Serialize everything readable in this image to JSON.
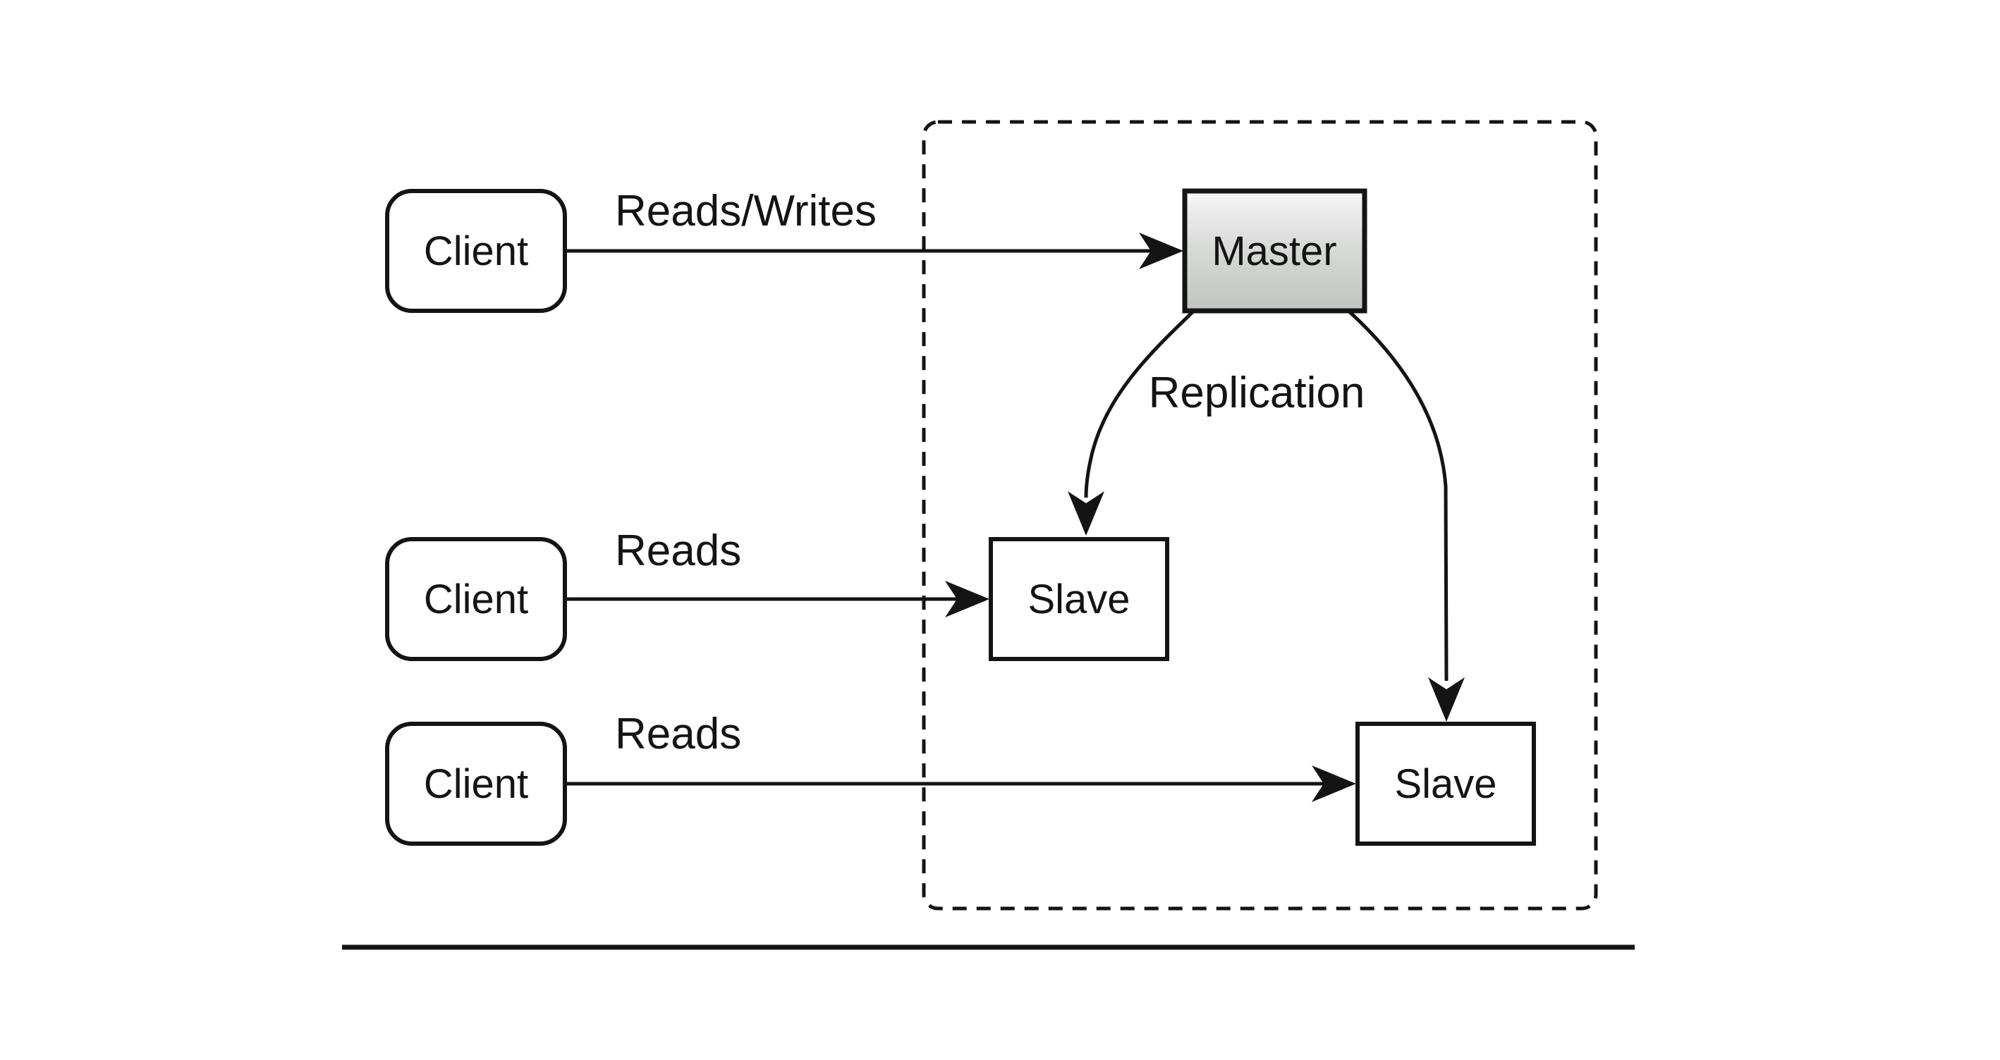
{
  "diagram": {
    "title_hint": "Master-slave database replication diagram",
    "colors": {
      "background": "#ffffff",
      "stroke": "#141414",
      "text": "#141414",
      "master_gradient_top": "#f6f6f6",
      "master_gradient_mid": "#d9dbd9",
      "master_gradient_bottom": "#c0c4c0",
      "node_fill": "#ffffff"
    },
    "nodes": {
      "client1": {
        "label": "Client",
        "shape": "rounded-rect"
      },
      "client2": {
        "label": "Client",
        "shape": "rounded-rect"
      },
      "client3": {
        "label": "Client",
        "shape": "rounded-rect"
      },
      "master": {
        "label": "Master",
        "shape": "rect-gradient"
      },
      "slave1": {
        "label": "Slave",
        "shape": "rect"
      },
      "slave2": {
        "label": "Slave",
        "shape": "rect"
      }
    },
    "edges": {
      "reads_writes": {
        "label": "Reads/Writes",
        "from": "client1",
        "to": "master"
      },
      "reads_top": {
        "label": "Reads",
        "from": "client2",
        "to": "slave1"
      },
      "reads_bottom": {
        "label": "Reads",
        "from": "client3",
        "to": "slave2"
      },
      "replication": {
        "label": "Replication",
        "from": "master",
        "to": "slave1 & slave2"
      }
    },
    "container": {
      "style": "dashed-rounded-rect",
      "contains": "master, slave1, slave2"
    },
    "bottom_rule": {
      "present": true
    }
  }
}
